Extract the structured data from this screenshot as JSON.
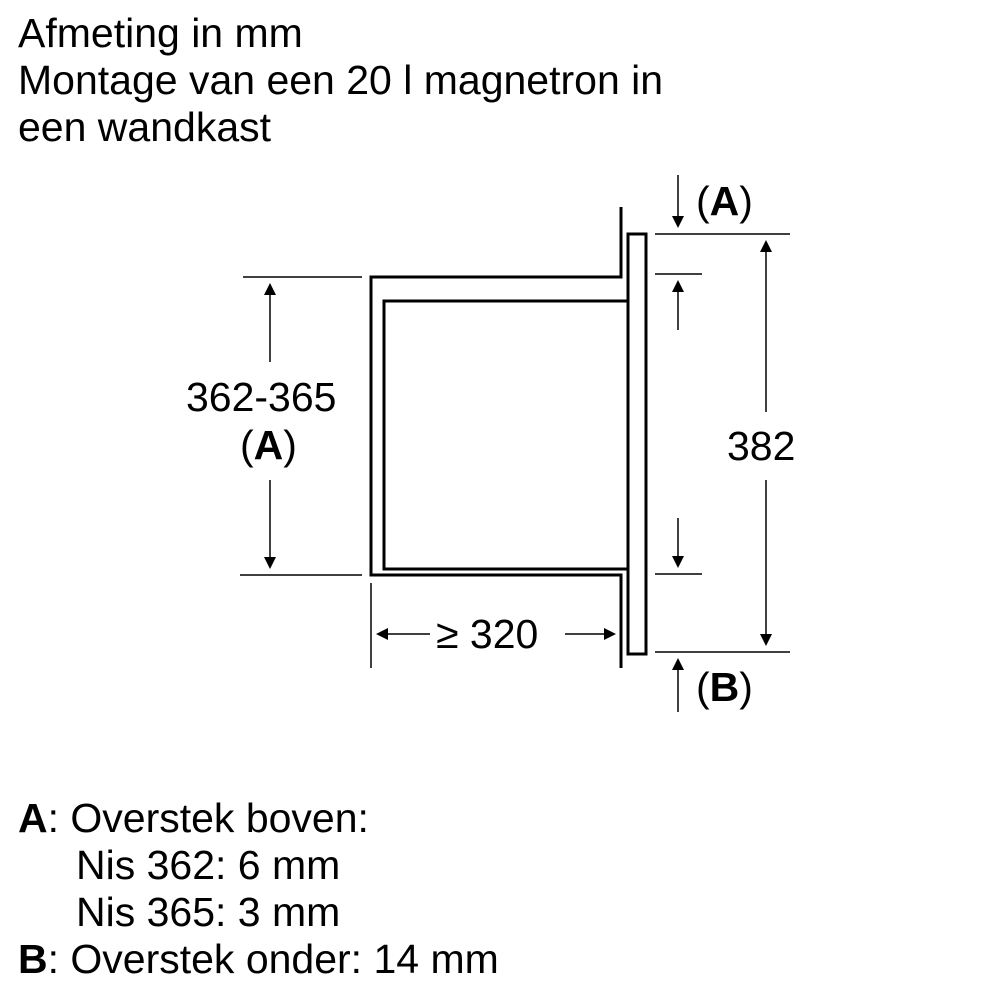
{
  "title": {
    "lines": [
      "Afmeting in mm",
      "Montage van een 20 l magnetron in",
      "een wandkast"
    ]
  },
  "dimensions": {
    "niche_height": "362-365",
    "niche_height_ref_open": "(",
    "niche_height_ref": "A",
    "niche_height_ref_close": ")",
    "depth_symbol": "≥",
    "depth": "320",
    "front_height": "382",
    "top_ref_open": "(",
    "top_ref": "A",
    "top_ref_close": ")",
    "bottom_ref_open": "(",
    "bottom_ref": "B",
    "bottom_ref_close": ")"
  },
  "legend": {
    "a_key": "A",
    "a_text": ": Overstek boven:",
    "a_line2": "Nis 362: 6 mm",
    "a_line3": "Nis 365: 3 mm",
    "b_key": "B",
    "b_text": ": Overstek onder: 14 mm"
  },
  "colors": {
    "line": "#000000",
    "background": "#ffffff"
  }
}
